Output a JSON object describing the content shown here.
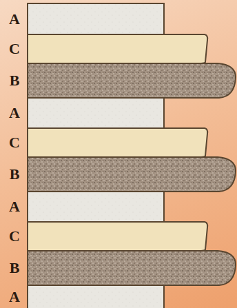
{
  "diagram": {
    "labels": [
      "A",
      "C",
      "B",
      "A",
      "C",
      "B",
      "A",
      "C",
      "B",
      "A"
    ]
  }
}
